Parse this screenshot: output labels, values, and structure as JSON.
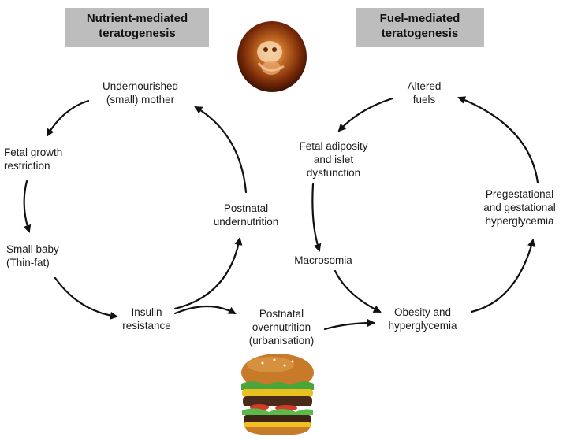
{
  "headers": {
    "left": [
      "Nutrient-mediated",
      "teratogenesis"
    ],
    "right": [
      "Fuel-mediated",
      "teratogenesis"
    ]
  },
  "left_cycle": {
    "mother": [
      "Undernourished",
      "(small) mother"
    ],
    "fetal_growth": [
      "Fetal growth",
      "restriction"
    ],
    "small_baby": [
      "Small baby",
      "(Thin-fat)"
    ],
    "insulin": [
      "Insulin",
      "resistance"
    ],
    "undernutrition": [
      "Postnatal",
      "undernutrition"
    ],
    "overnutrition": [
      "Postnatal",
      "overnutrition",
      "(urbanisation)"
    ]
  },
  "right_cycle": {
    "altered_fuels": [
      "Altered",
      "fuels"
    ],
    "fetal_adiposity": [
      "Fetal adiposity",
      "and islet",
      "dysfunction"
    ],
    "macrosomia": [
      "Macrosomia"
    ],
    "obesity": [
      "Obesity and",
      "hyperglycemia"
    ],
    "pregestational": [
      "Pregestational",
      "and gestational",
      "hyperglycemia"
    ]
  },
  "images": {
    "top": "embryo-photo",
    "bottom": "burger-photo"
  },
  "colors": {
    "header_bg": "#bdbdbd",
    "arrow": "#111111"
  }
}
